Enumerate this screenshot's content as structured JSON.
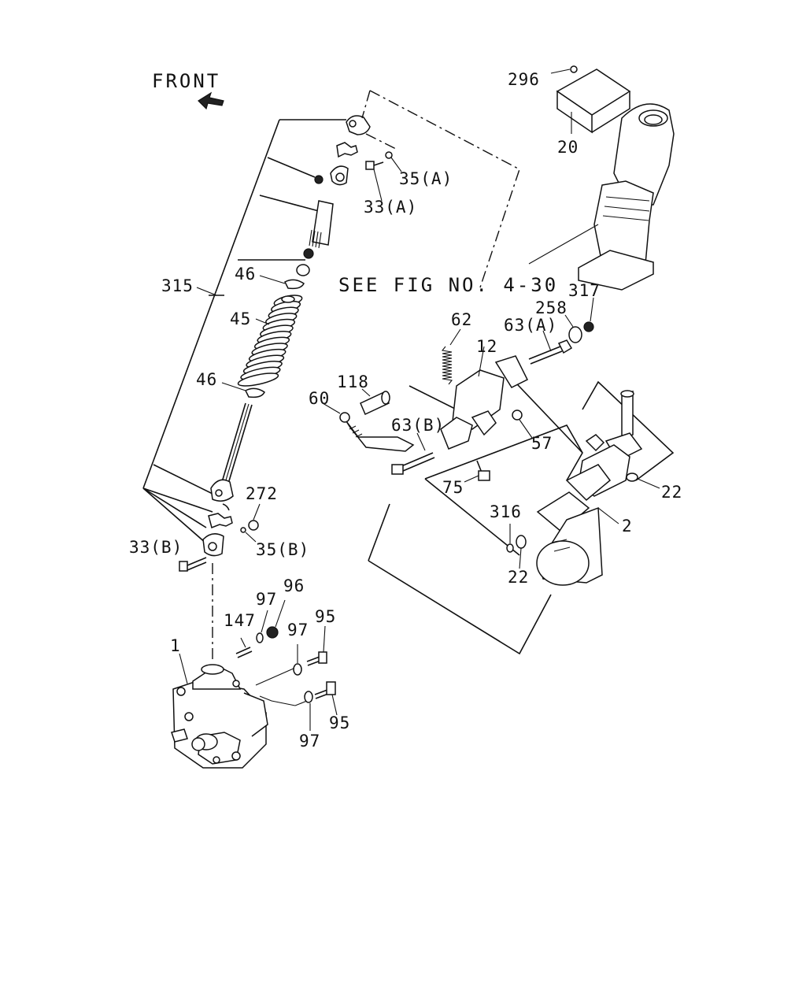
{
  "header": {
    "front_label": "FRONT",
    "see_fig": "SEE FIG NO. 4-30"
  },
  "callouts": {
    "c296": "296",
    "c20": "20",
    "c35a": "35(A)",
    "c33a": "33(A)",
    "c315": "315",
    "c46_top": "46",
    "c45": "45",
    "c46_bot": "46",
    "c317": "317",
    "c258": "258",
    "c62": "62",
    "c63a": "63(A)",
    "c12": "12",
    "c118": "118",
    "c60": "60",
    "c63b": "63(B)",
    "c57": "57",
    "c75": "75",
    "c22_right": "22",
    "c316": "316",
    "c2": "2",
    "c22_bot": "22",
    "c272": "272",
    "c33b": "33(B)",
    "c35b": "35(B)",
    "c97_a": "97",
    "c96": "96",
    "c147": "147",
    "c97_b": "97",
    "c95_a": "95",
    "c1": "1",
    "c95_b": "95",
    "c97_c": "97"
  }
}
